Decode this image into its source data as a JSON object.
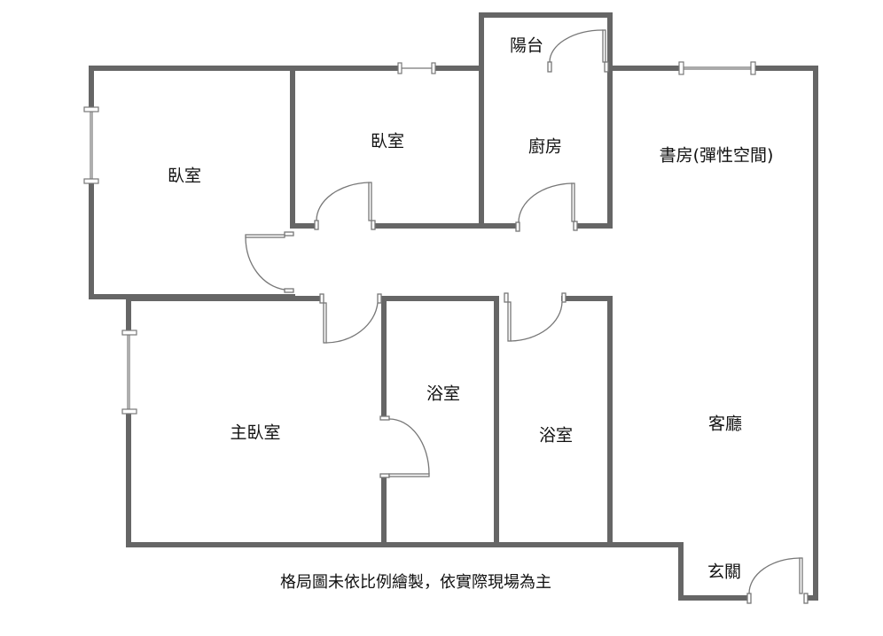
{
  "rooms": {
    "bedroom_left": "臥室",
    "bedroom_top": "臥室",
    "kitchen": "廚房",
    "balcony": "陽台",
    "study": "書房(彈性空間)",
    "master_bedroom": "主臥室",
    "bathroom_1": "浴室",
    "bathroom_2": "浴室",
    "living_room": "客廳",
    "entrance": "玄關"
  },
  "note": "格局圖未依比例繪製，依實際現場為主",
  "colors": {
    "wall": "#666666",
    "door": "#777777"
  }
}
